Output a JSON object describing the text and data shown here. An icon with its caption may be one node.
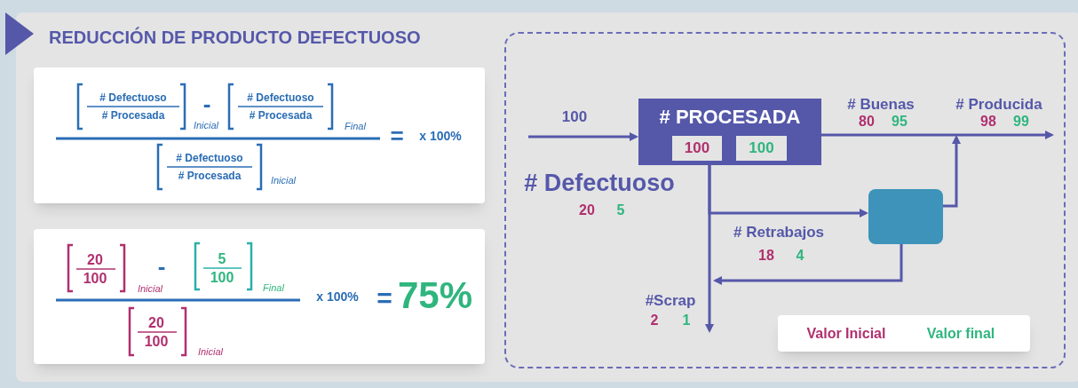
{
  "diagram": {
    "title": "REDUCCIÓN DE PRODUCTO DEFECTUOSO",
    "nodes": [
      {
        "text": [
          "# PROCESADA"
        ]
      },
      {
        "text": [
          "100"
        ],
        "in": 0
      },
      {
        "text": [
          "100"
        ],
        "in": 0
      },
      {
        "text": [],
        "shape": "box"
      }
    ],
    "edges": [
      {
        "from": null,
        "to": 0,
        "arrow": "to",
        "label": "100"
      },
      {
        "from": 0,
        "to": null,
        "arrow": "to"
      },
      {
        "from": 0,
        "to": null,
        "arrow": "to"
      },
      {
        "from": 0,
        "to": 3,
        "arrow": "to"
      },
      {
        "from": 3,
        "to": null,
        "arrow": "to"
      },
      {
        "from": 3,
        "to": null,
        "arrow": "to"
      }
    ],
    "labels": [
      "# Defectuoso",
      "# Procesada",
      "Inicial",
      "-",
      "# Defectuoso",
      "# Procesada",
      "Final",
      "=",
      "x 100%",
      "# Defectuoso",
      "# Procesada",
      "Inicial",
      "20",
      "100",
      "Inicial",
      "-",
      "5",
      "100",
      "Final",
      "x 100%",
      "=",
      "75%",
      "20",
      "100",
      "Inicial",
      "# Buenas",
      "80",
      "95",
      "# Producida",
      "98",
      "99",
      "# Defectuoso",
      "20",
      "5",
      "# Retrabajos",
      "18",
      "4",
      "#Scrap",
      "2",
      "1",
      "Valor Inicial",
      "Valor final"
    ]
  }
}
